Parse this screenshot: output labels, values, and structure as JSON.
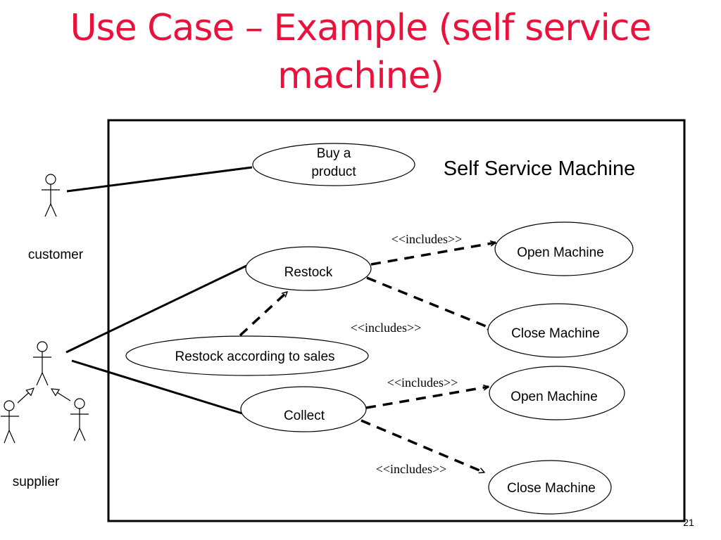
{
  "slide": {
    "title_line1": "Use Case – Example (self service",
    "title_line2": "machine)",
    "page_number": "21",
    "title_color": "#e8123c"
  },
  "diagram": {
    "system_name": "Self Service Machine",
    "actors": {
      "customer": "customer",
      "supplier": "supplier"
    },
    "use_cases": {
      "buy_product_line1": "Buy a",
      "buy_product_line2": "product",
      "restock": "Restock",
      "restock_sales": "Restock according to sales",
      "collect": "Collect",
      "open_machine_1": "Open Machine",
      "close_machine_1": "Close Machine",
      "open_machine_2": "Open Machine",
      "close_machine_2": "Close Machine"
    },
    "relations": {
      "includes_1": "<<includes>>",
      "includes_2": "<<includes>>",
      "includes_3": "<<includes>>",
      "includes_4": "<<includes>>"
    }
  }
}
